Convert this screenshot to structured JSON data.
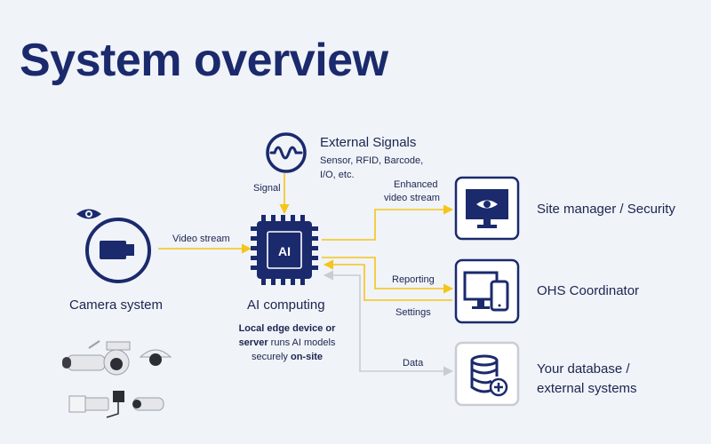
{
  "title": "System overview",
  "nodes": {
    "external_signals": {
      "label": "External Signals",
      "sublabel": [
        "Sensor, RFID, Barcode,",
        "I/O, etc."
      ],
      "icon": "waveform-icon"
    },
    "camera": {
      "label": "Camera system",
      "icon": "camera-icon",
      "badge_icon": "eye-icon"
    },
    "ai": {
      "chip_text": "AI",
      "label": "AI computing",
      "desc_bold_1": "Local edge device or",
      "desc_bold_2": "server",
      "desc_normal": " runs AI models",
      "desc_normal_2": "securely ",
      "desc_bold_3": "on-site"
    },
    "site_manager": {
      "label": "Site manager / Security",
      "icon": "monitor-eye-icon"
    },
    "ohs": {
      "label": "OHS Coordinator",
      "icon": "desktop-phone-icon"
    },
    "database": {
      "label_1": "Your database /",
      "label_2": "external systems",
      "icon": "database-plus-icon"
    }
  },
  "connections": {
    "signal": "Signal",
    "video_stream": "Video stream",
    "enhanced_1": "Enhanced",
    "enhanced_2": "video stream",
    "reporting": "Reporting",
    "settings": "Settings",
    "data": "Data"
  },
  "colors": {
    "navy": "#1a2a6c",
    "accent_yellow": "#f5c518",
    "grey_line": "#c9ccd4",
    "background": "#f0f3f8"
  }
}
